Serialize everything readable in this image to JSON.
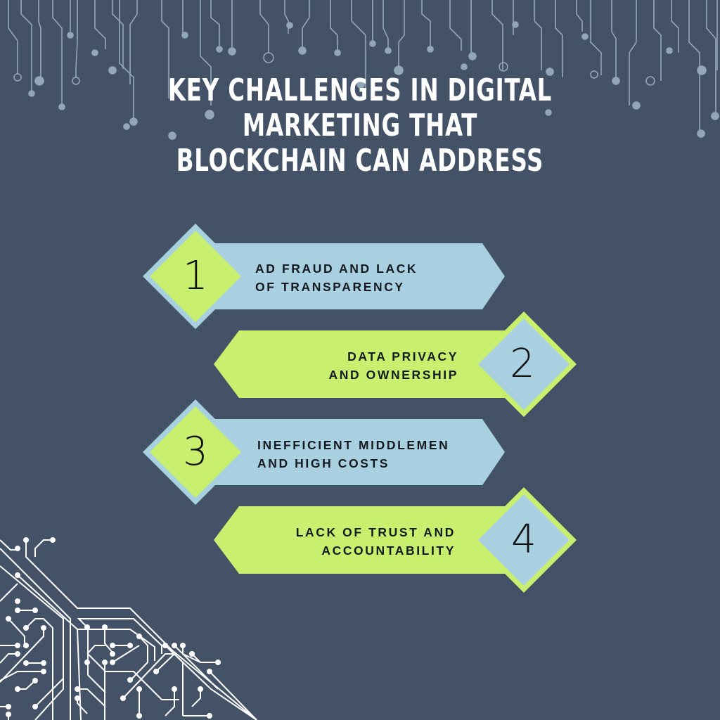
{
  "title": {
    "lines": [
      "KEY CHALLENGES IN DIGITAL",
      "MARKETING THAT",
      "BLOCKCHAIN CAN ADDRESS"
    ]
  },
  "colors": {
    "background": "#435266",
    "glow": "#80a0b4",
    "light_blue": "#a8d0e0",
    "lime": "#c8f06e",
    "text_dark": "#141a1f",
    "circuit": "#ffffff",
    "circuit_top": "#9fb6c6"
  },
  "items": [
    {
      "number": "1",
      "lines": [
        "AD FRAUD AND LACK",
        "OF TRANSPARENCY"
      ],
      "side": "left",
      "diamond_color": "lime",
      "ribbon_color": "light_blue"
    },
    {
      "number": "2",
      "lines": [
        "DATA PRIVACY",
        "AND OWNERSHIP"
      ],
      "side": "right",
      "diamond_color": "light_blue",
      "ribbon_color": "lime"
    },
    {
      "number": "3",
      "lines": [
        "INEFFICIENT MIDDLEMEN",
        "AND HIGH COSTS"
      ],
      "side": "left",
      "diamond_color": "lime",
      "ribbon_color": "light_blue"
    },
    {
      "number": "4",
      "lines": [
        "LACK OF TRUST AND",
        "ACCOUNTABILITY"
      ],
      "side": "right",
      "diamond_color": "light_blue",
      "ribbon_color": "lime"
    }
  ],
  "decorations": {
    "top": "circuit-lines-hanging",
    "bottom_left": "circuit-board-traces"
  }
}
